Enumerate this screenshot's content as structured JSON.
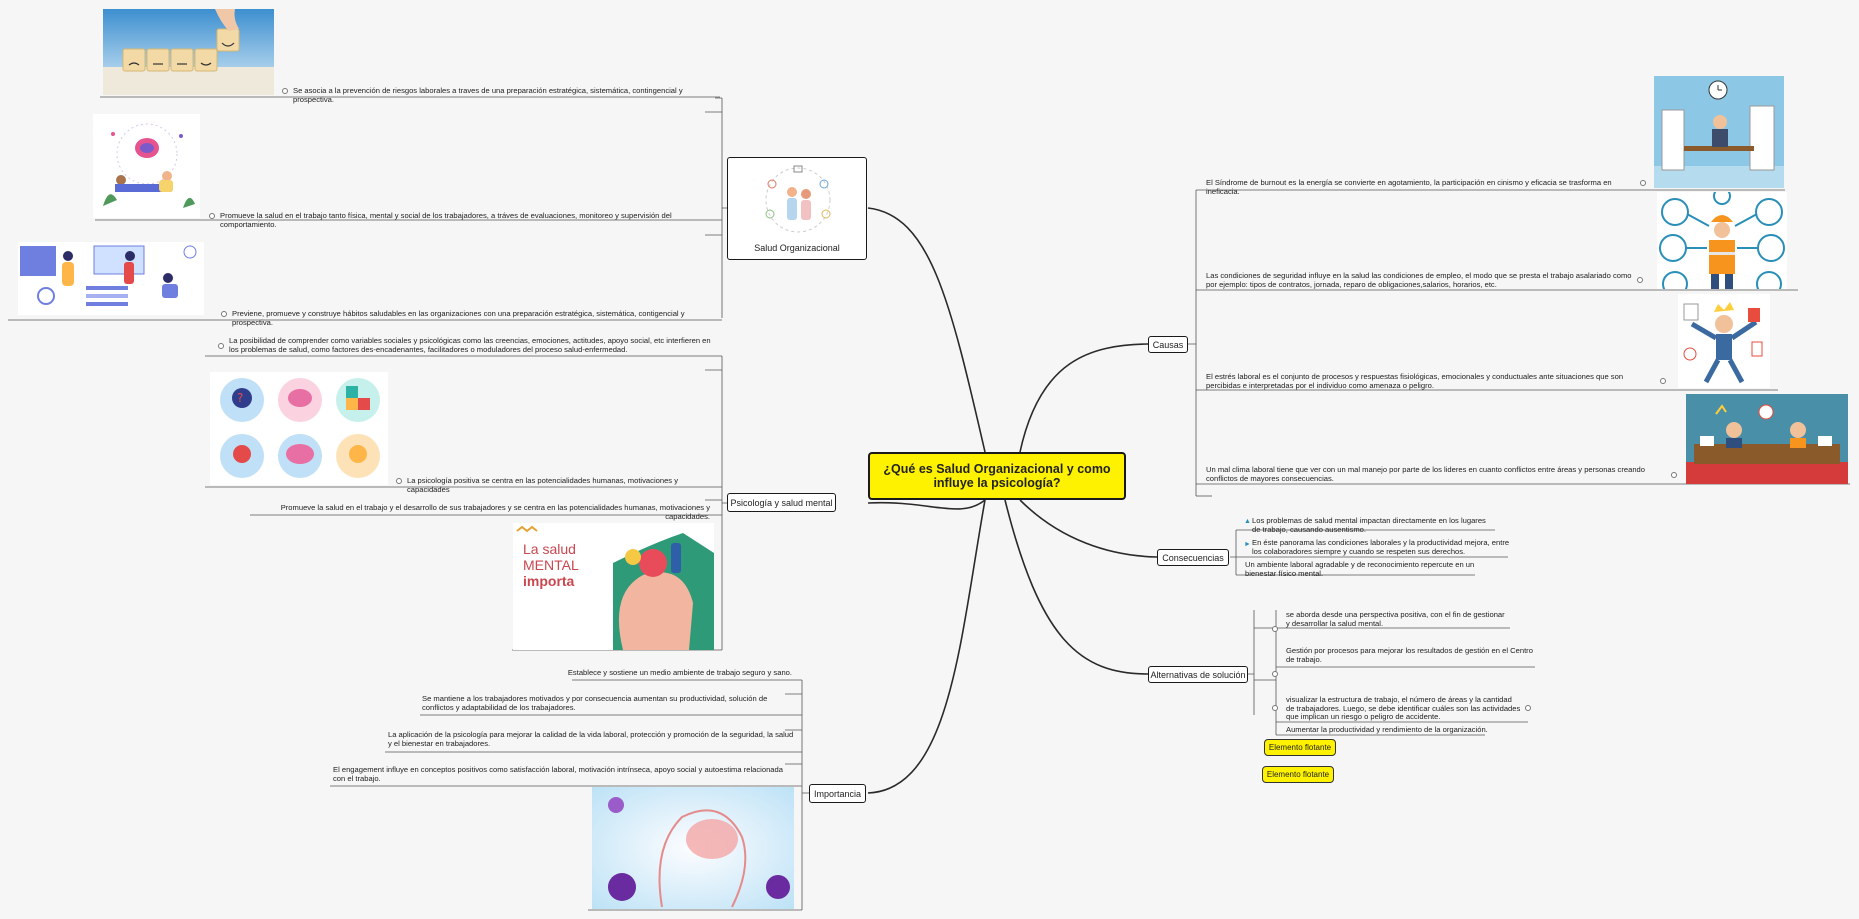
{
  "central": {
    "title": "¿Qué es Salud Organizacional y como influye la psicología?"
  },
  "colors": {
    "central_fill": "#fff200",
    "float_fill": "#fff200",
    "line": "#2a2a2a",
    "background": "#f6f6f6"
  },
  "salud": {
    "label": "Salud Organizacional",
    "leaves": [
      "Se asocia a la prevención de riesgos laborales a traves de una preparación estratégica, sistemática, contingencial y prospectiva.",
      "Promueve la salud en el trabajo tanto física, mental y social de los trabajadores, a tráves de evaluaciones, monitoreo y supervisión del comportamiento.",
      "Previene, promueve y construye hábitos saludables en las organizaciones con una preparación estratégica, sistemática, contigencial y prospectiva."
    ]
  },
  "psicologia": {
    "label": "Psicología y salud mental",
    "leaves": [
      "La posibilidad de comprender como variables sociales y psicológicas como las creencias, emociones, actitudes, apoyo social, etc interfieren en los problemas de salud, como factores des-encadenantes, facilitadores o moduladores del proceso salud-enfermedad.",
      "La psicología positiva se centra en las potencialidades humanas, motivaciones y capacidades",
      "Promueve la salud en el trabajo y el desarrollo de sus trabajadores y se centra en las potencialidades humanas, motivaciones y capacidades."
    ],
    "poster": {
      "line1": "La salud",
      "line2": "MENTAL",
      "line3": "importa"
    }
  },
  "importancia": {
    "label": "Importancia",
    "leaves": [
      "Establece y sostiene un medio ambiente de trabajo seguro y sano.",
      "Se mantiene a los trabajadores motivados y por consecuencia aumentan su productividad, solución de conflictos y adaptabilidad de los trabajadores.",
      "La aplicación de la psicología para mejorar la calidad de la vida laboral, protección y promoción de la seguridad, la salud y el bienestar en trabajadores.",
      "El engagement influye en conceptos positivos como satisfacción laboral, motivación intrínseca, apoyo social y autoestima relacionada con el trabajo."
    ]
  },
  "causas": {
    "label": "Causas",
    "leaves": [
      "El Síndrome de burnout es la energía se convierte en agotamiento, la participación en cinismo y eficacia se trasforma en ineficacia.",
      "Las condiciones de seguridad influye en la salud las condiciones de empleo, el modo que se presta el trabajo asalariado como por ejemplo: tipos de contratos, jornada, reparo de obligaciones,salarios, horarios, etc.",
      "El estrés laboral es el conjunto de procesos y respuestas fisiológicas, emocionales y conductuales ante situaciones que son percibidas e interpretadas por el individuo como amenaza o peligro.",
      "Un mal clima laboral tiene que ver con un mal manejo por parte de los lideres en cuanto conflictos entre áreas y personas creando conflictos de mayores consecuencias."
    ]
  },
  "consecuencias": {
    "label": "Consecuencias",
    "leaves": [
      "Los problemas de salud mental impactan directamente en los lugares de trabajo, causando ausentismo.",
      "En éste panorama las condiciones laborales y la productividad mejora, entre los colaboradores siempre y cuando se respeten sus derechos.",
      "Un ambiente laboral agradable y de reconocimiento repercute en un bienestar físico mental."
    ]
  },
  "alternativas": {
    "label": "Alternativas de solución",
    "leaves": [
      "se aborda desde una perspectiva positiva, con el fin de gestionar y desarrollar la salud mental.",
      "Gestión por procesos para mejorar los resultados de gestión en el Centro de trabajo.",
      "visualizar la estructura de trabajo, el número de áreas y la cantidad de trabajadores. Luego, se debe identificar cuáles son las actividades que implican un riesgo o peligro de accidente.",
      "Aumentar la productividad y rendimiento de la organización."
    ]
  },
  "floating": [
    "Elemento flotante",
    "Elemento flotante"
  ],
  "icons": [
    "faces-rating-image",
    "meditation-image",
    "mental-health-image",
    "brain-puzzle-image",
    "salud-mental-poster-image",
    "brain-head-image",
    "burnout-image",
    "safety-worker-image",
    "stress-image",
    "bad-climate-image",
    "pin-icon",
    "arrow-icon"
  ]
}
